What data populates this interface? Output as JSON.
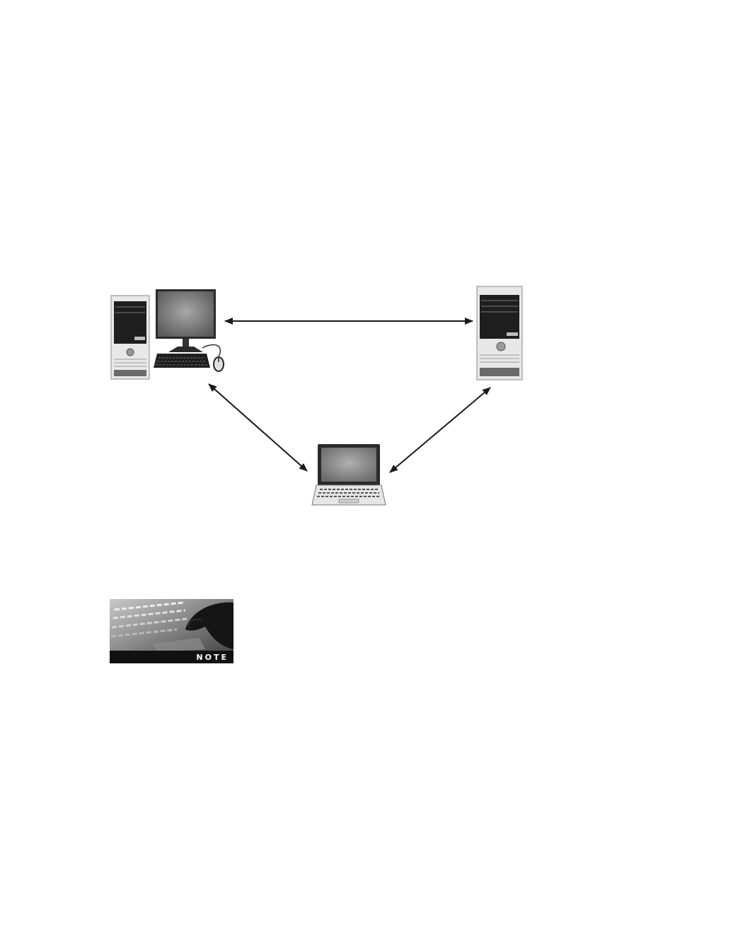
{
  "diagram": {
    "type": "peer-to-peer-network",
    "nodes": [
      {
        "id": "workstation",
        "icon": "desktop-computer-icon"
      },
      {
        "id": "server",
        "icon": "tower-server-icon"
      },
      {
        "id": "laptop",
        "icon": "laptop-icon"
      }
    ],
    "edges": [
      {
        "from": "workstation",
        "to": "server",
        "direction": "both"
      },
      {
        "from": "workstation",
        "to": "laptop",
        "direction": "both"
      },
      {
        "from": "server",
        "to": "laptop",
        "direction": "both"
      }
    ]
  },
  "note": {
    "icon": "hand-on-keyboard-icon",
    "label": "NOTE"
  },
  "colors": {
    "line": "#1a1a1a",
    "case": "#e8e8e8",
    "front_panel": "#1e1e1e",
    "note_bar": "#111111",
    "note_text": "#ffffff"
  }
}
